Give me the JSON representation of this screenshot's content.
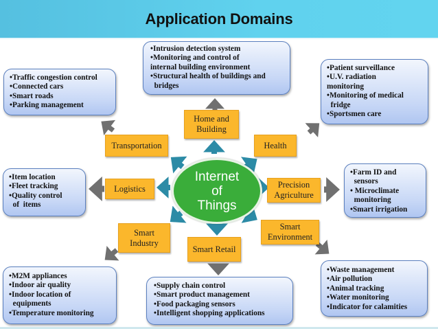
{
  "title": "Application Domains",
  "hub": {
    "label_lines": [
      "Internet",
      "of",
      "Things"
    ],
    "color": "#3aad3a"
  },
  "colors": {
    "header": "#5fcfec",
    "category": "#fbb72c",
    "hub_arrow": "#2c8ba6",
    "outer_arrow": "#707070",
    "box": "#c7d7f6"
  },
  "domains": [
    {
      "id": "home-building",
      "label": "Home and Building",
      "items": [
        "•Intrusion detection system",
        "•Monitoring and control of",
        "internal building environment",
        "•Structural health of buildings and",
        "  bridges"
      ]
    },
    {
      "id": "transportation",
      "label": "Transportation",
      "items": [
        "•Traffic congestion control",
        "•Connected cars",
        "•Smart roads",
        "•Parking management"
      ]
    },
    {
      "id": "health",
      "label": "Health",
      "items": [
        "•Patient surveillance",
        "•U.V. radiation",
        "monitoring",
        "•Monitoring of medical",
        "  fridge",
        "•Sportsmen care"
      ]
    },
    {
      "id": "logistics",
      "label": "Logistics",
      "items": [
        "•Item location",
        "•Fleet tracking",
        "•Quality control",
        "  of  items"
      ]
    },
    {
      "id": "precision-agriculture",
      "label": "Precision Agriculture",
      "items": [
        "•Farm ID and",
        "  sensors",
        "• Microclimate",
        "  monitoring",
        "•Smart irrigation"
      ]
    },
    {
      "id": "smart-industry",
      "label": "Smart Industry",
      "items": [
        "•M2M appliances",
        "•Indoor air quality",
        "•Indoor location of",
        "  equipments",
        "•Temperature monitoring"
      ]
    },
    {
      "id": "smart-retail",
      "label": "Smart Retail",
      "items": [
        "•Supply chain control",
        "•Smart product management",
        "•Food packaging sensors",
        "•Intelligent shopping applications"
      ]
    },
    {
      "id": "smart-environment",
      "label": "Smart Environment",
      "items": [
        "•Waste management",
        "•Air pollution",
        "•Animal tracking",
        "•Water monitoring",
        "•Indicator for calamities"
      ]
    }
  ]
}
